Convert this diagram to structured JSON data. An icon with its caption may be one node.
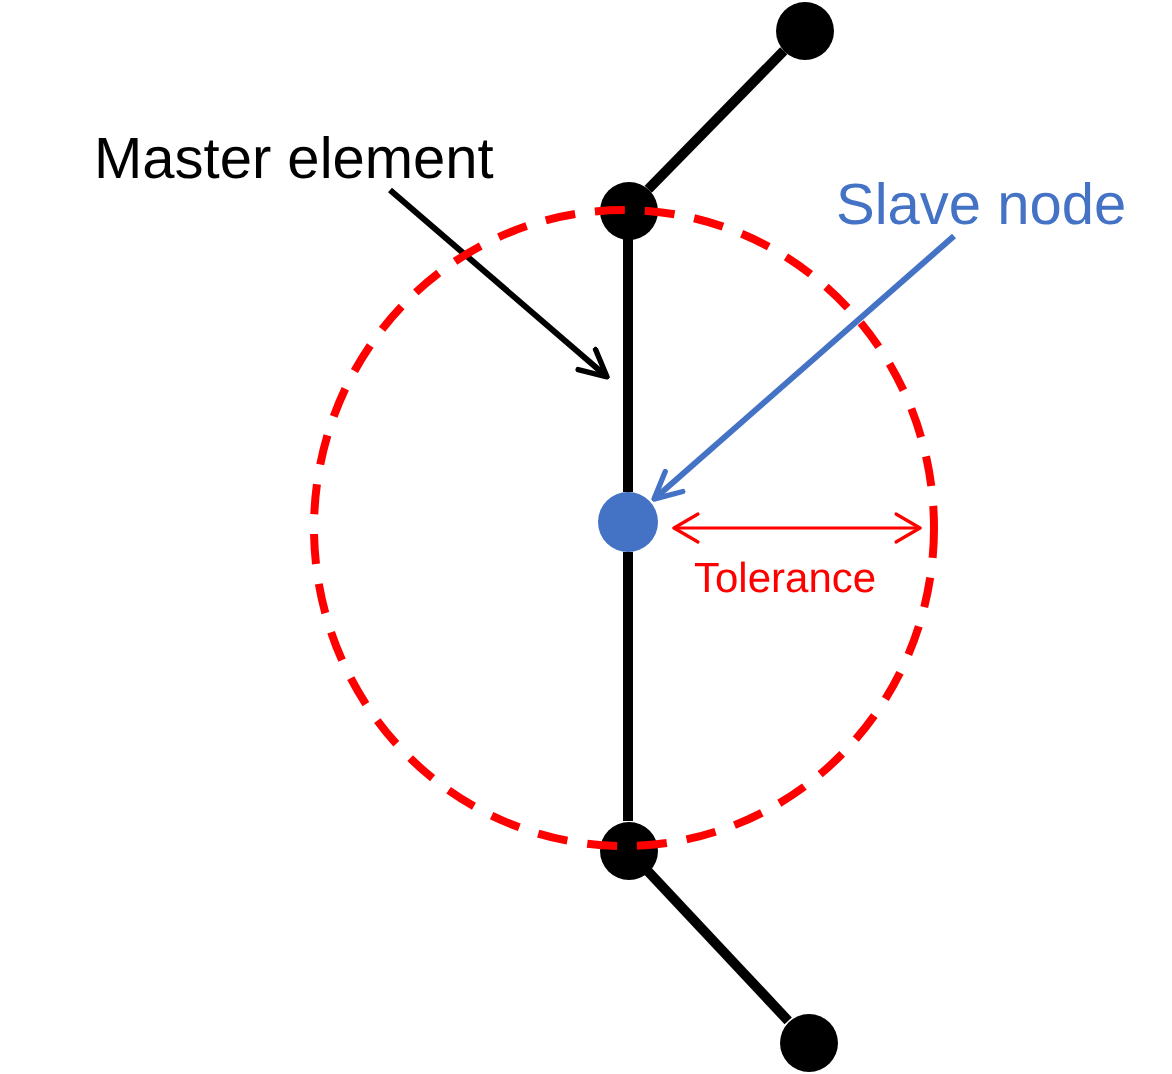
{
  "diagram": {
    "nodes": [
      {
        "text": [],
        "shape": "circle"
      },
      {
        "text": [
          "Master element"
        ]
      },
      {
        "text": [
          "Slave node"
        ]
      },
      {
        "text": [],
        "shape": "circle"
      },
      {
        "text": [],
        "shape": "circle"
      },
      {
        "text": [],
        "shape": "circle"
      },
      {
        "text": [],
        "shape": "circle"
      }
    ],
    "edges": [
      {
        "from": 0,
        "to": 3,
        "arrow": "none"
      },
      {
        "from": 3,
        "to": 4,
        "arrow": "none"
      },
      {
        "from": 4,
        "to": 5,
        "arrow": "none"
      },
      {
        "from": 5,
        "to": 6,
        "arrow": "none"
      },
      {
        "from": 1,
        "to": null,
        "arrow": "to"
      },
      {
        "from": 2,
        "to": 4,
        "arrow": "to",
        "color": "#4472c4"
      }
    ],
    "labels": [
      "Tolerance"
    ]
  }
}
